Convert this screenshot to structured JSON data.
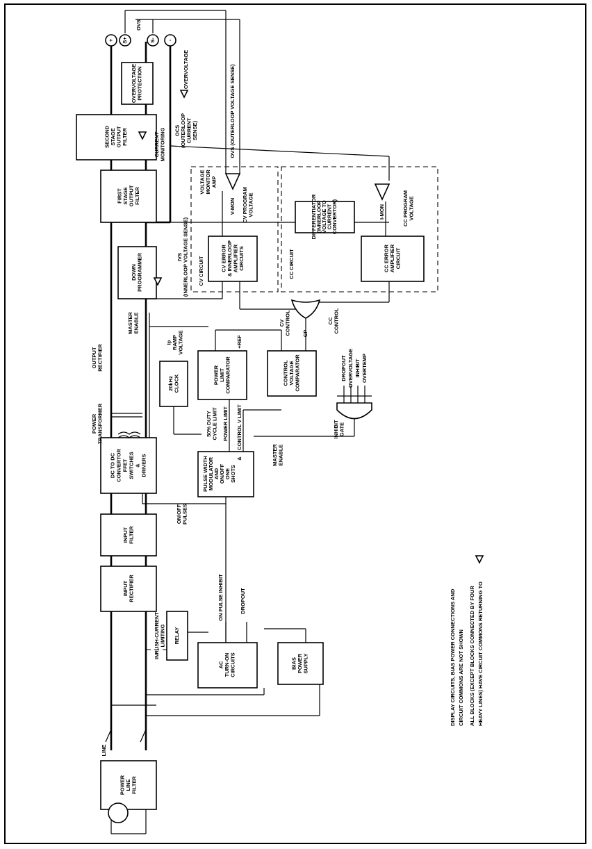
{
  "blocks": {
    "power_line_filter": [
      "POWER",
      "LINE",
      "FILTER"
    ],
    "relay": [
      "RELAY"
    ],
    "ac_turn_on": [
      "AC",
      "TURN-ON",
      "CIRCUITS"
    ],
    "bias_power_supply": [
      "BIAS",
      "POWER",
      "SUPPLY"
    ],
    "input_rectifier": [
      "INPUT",
      "RECTIFIER"
    ],
    "input_filter": [
      "INPUT",
      "FILTER"
    ],
    "dc_to_dc": [
      "DC TO DC",
      "CONVERTOR",
      "FFET",
      "SWITCHES",
      "&",
      "DRIVERS"
    ],
    "pwm": [
      "PULSE WIDTH",
      "MODULATOR",
      "AND",
      "ON/OFF",
      "ONE",
      "SHOTS"
    ],
    "pwm_amp": "&",
    "clock": [
      "20kHz",
      "CLOCK"
    ],
    "power_limit_comparator": [
      "POWER",
      "LIMIT",
      "COMPARATOR"
    ],
    "control_voltage_comparator": [
      "CONTROL",
      "VOLTAGE",
      "COMPARATOR"
    ],
    "down_programmer": [
      "DOWN",
      "PROGRAMMER"
    ],
    "first_stage_filter": [
      "FIRST",
      "STAGE",
      "OUTPUT",
      "FILTER"
    ],
    "second_stage_filter": [
      "SECOND",
      "STAGE",
      "OUTPUT",
      "FILTER"
    ],
    "overvoltage_protection": [
      "OVERVOLTAGE",
      "PROTECTION"
    ],
    "cv_error_amp": [
      "CV ERROR",
      "& INNERLOOP",
      "AMPLIFIER",
      "CIRCUITS"
    ],
    "cc_error_amp": [
      "CC ERROR",
      "AMPLIFIER",
      "CIRCUIT"
    ],
    "differentiator": [
      "DIFFERENTIATOR",
      "(INNERLOOP",
      "VOLTAGE TO",
      "CURRENT",
      "CONVERTOR)"
    ]
  },
  "labels": {
    "line": "LINE",
    "inrush": [
      "INRUSH-CURRENT",
      "LIMITING"
    ],
    "on_pulse_inhibit": "ON PULSE INHIBIT",
    "dropout": "DROPOUT",
    "on_off_pulses": [
      "ON/OFF",
      "PULSES"
    ],
    "power_transformer": [
      "POWER",
      "TRANSFORMER"
    ],
    "output_rectifier": [
      "OUTPUT",
      "RECTIFIER"
    ],
    "duty_cycle_limit": [
      "50% DUTY",
      "CYCLE LIMIT"
    ],
    "power_limit": "POWER LIMIT",
    "control_v_limit": "CONTROL V LIMIT",
    "master_enable_pwm": [
      "MASTER",
      "ENABLE"
    ],
    "master_enable_dp": [
      "MASTER",
      "ENABLE"
    ],
    "ip_ramp_voltage": [
      "Ip",
      "RAMP",
      "VOLTAGE"
    ],
    "ref": "+REF",
    "cv_control": [
      "CV",
      "CONTROL"
    ],
    "cp": "CP",
    "cc_control": [
      "CC",
      "CONTROL"
    ],
    "inhibit_gate": [
      "INHIBIT",
      "GATE"
    ],
    "inhibit_inputs": [
      "DROPOUT",
      "OVERVOLTAGE",
      "INHIBIT",
      "OVERTEMP"
    ],
    "cv_circuit": "CV CIRCUIT",
    "cc_circuit": "CC CIRCUIT",
    "ivs": [
      "IVS",
      "(INNERLOOP VOLTAGE SENSE)"
    ],
    "voltage_monitor_amp": [
      "VOLTAGE",
      "MONITOR",
      "AMP"
    ],
    "v_mon": "V-MON",
    "cv_program_voltage": [
      "CV PROGRAM",
      "VOLTAGE"
    ],
    "i_mon": "I-MON",
    "cc_program_voltage": [
      "CC PROGRAM",
      "VOLTAGE"
    ],
    "current_monitoring": [
      "CURRENT",
      "MONITORING"
    ],
    "ocs": [
      "OCS",
      "(OUTERLOOP",
      "CURRENT",
      "SENSE)"
    ],
    "ovs_sense": "OVS (OUTERLOOP VOLTAGE SENSE)",
    "overvoltage_out": "OVERVOLTAGE",
    "ovs_top": "OVS",
    "term_plus": "+",
    "term_s_plus": "S+",
    "term_s_minus": "S-",
    "term_minus": "-"
  },
  "notes": [
    "DISPLAY CIRCUITS, BIAS POWER CONNECTIONS AND",
    "CIRCUIT COMMONS ARE NOT SHOWN",
    "ALL BLOCKS (EXCEPT BLOCKS CONNECTED BY FOUR",
    "HEAVY LINES) HAVE CIRCUIT COMMONS RETURNING TO"
  ]
}
